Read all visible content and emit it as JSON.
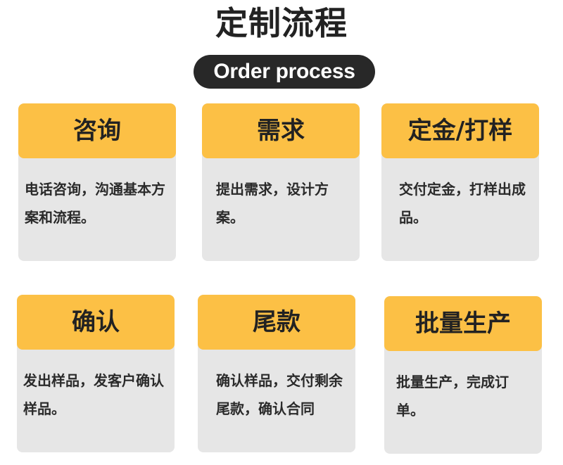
{
  "title": "定制流程",
  "subtitle": "Order process",
  "steps": [
    {
      "title": "咨询",
      "description": "电话咨询，沟通基本方案和流程。"
    },
    {
      "title": "需求",
      "description": "提出需求，设计方案。"
    },
    {
      "title": "定金/打样",
      "description": "交付定金，打样出成品。"
    },
    {
      "title": "确认",
      "description": "发出样品，发客户确认样品。"
    },
    {
      "title": "尾款",
      "description": "确认样品，交付剩余尾款，确认合同"
    },
    {
      "title": "批量生产",
      "description": "批量生产，完成订单。"
    }
  ],
  "colors": {
    "header_bg": "#fcc045",
    "card_bg": "#e6e6e6",
    "pill_bg": "#282828",
    "text": "#222222"
  }
}
